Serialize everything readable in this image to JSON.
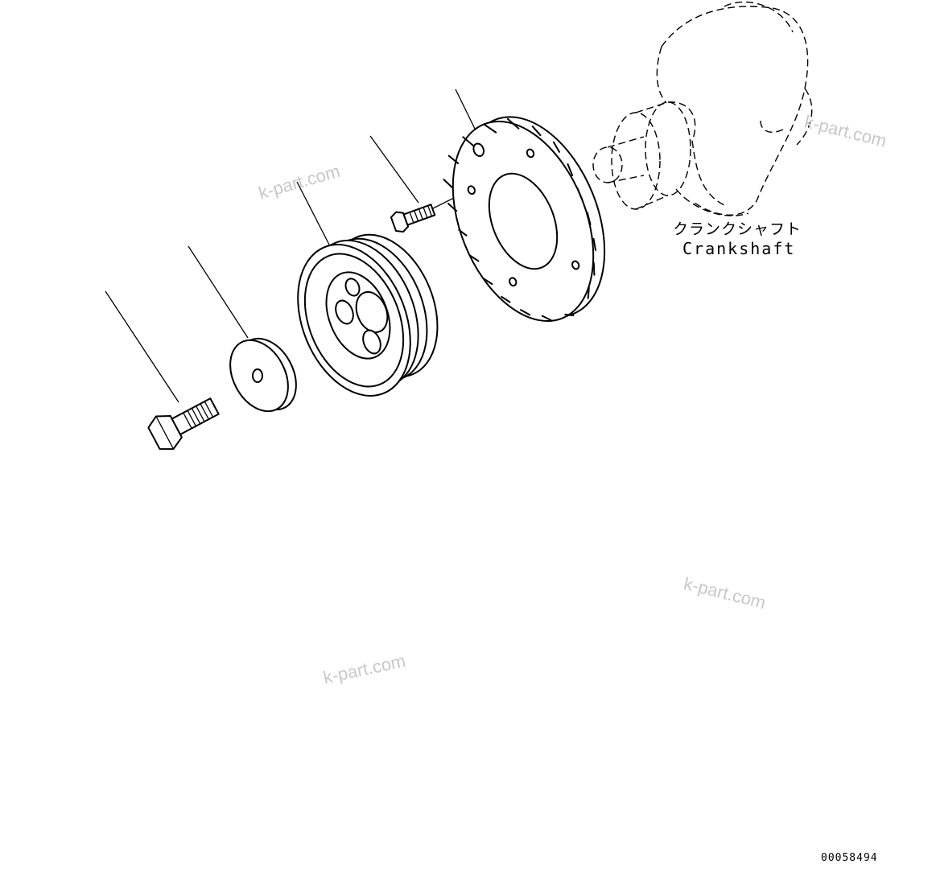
{
  "labels": {
    "crankshaft_jp": "クランクシャフト",
    "crankshaft_en": "Crankshaft"
  },
  "drawing_number": "00058494",
  "watermarks": [
    "k-part.com",
    "k-part.com",
    "k-part.com",
    "k-part.com"
  ],
  "parts": [
    {
      "icon": "bolt-icon"
    },
    {
      "icon": "washer-icon"
    },
    {
      "icon": "pulley-icon"
    },
    {
      "icon": "small-bolt-icon"
    },
    {
      "icon": "timing-wheel-icon"
    },
    {
      "icon": "crankshaft-icon"
    }
  ]
}
